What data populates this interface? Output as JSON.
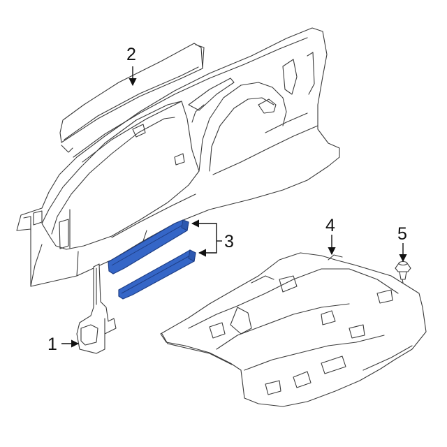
{
  "callouts": [
    {
      "number": "1"
    },
    {
      "number": "2"
    },
    {
      "number": "3"
    },
    {
      "number": "4"
    },
    {
      "number": "5"
    }
  ],
  "colors": {
    "line": "#3a3a3a",
    "highlight_fill": "#3566c7",
    "highlight_stroke": "#1f3f86",
    "background": "#ffffff"
  }
}
